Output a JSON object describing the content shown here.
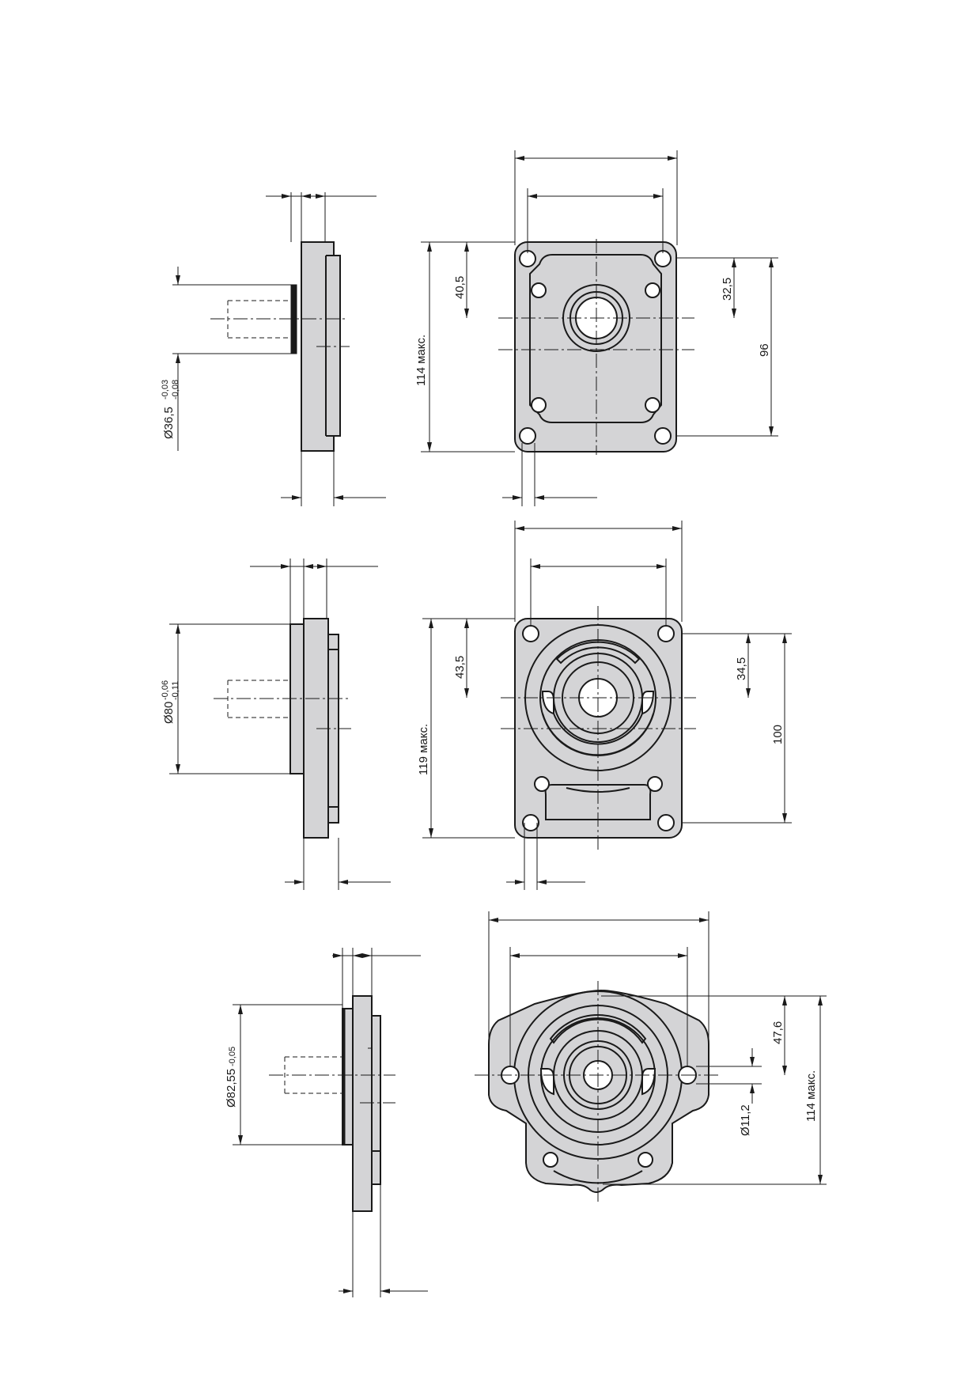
{
  "drawing": {
    "flange_1": {
      "shaft_diameter": {
        "nominal": "Ø36,5",
        "tol_upper": "-0,03",
        "tol_lower": "-0,08"
      },
      "height_max": "114 макс.",
      "center_offset_left": "40,5",
      "center_offset_right": "32,5",
      "hole_spacing": "96"
    },
    "flange_2": {
      "pilot_diameter": {
        "nominal": "Ø80",
        "tol_upper": "-0,06",
        "tol_lower": "-0,11"
      },
      "height_max": "119 макс.",
      "center_offset_left": "43,5",
      "center_offset_right": "34,5",
      "hole_spacing": "100"
    },
    "flange_3": {
      "pilot_diameter": {
        "nominal": "Ø82,55",
        "tol": "-0,05"
      },
      "height_offset": "47,6",
      "hole_diameter": "Ø11,2",
      "height_max": "114 макс."
    }
  }
}
